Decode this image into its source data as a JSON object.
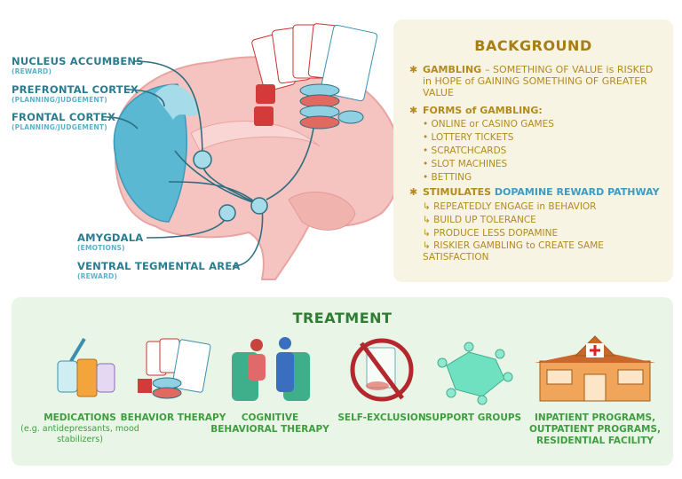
{
  "brain_labels": [
    {
      "name": "NUCLEUS ACCUMBENS",
      "role": "(REWARD)"
    },
    {
      "name": "PREFRONTAL CORTEX",
      "role": "(PLANNING/JUDGEMENT)"
    },
    {
      "name": "FRONTAL CORTEX",
      "role": "(PLANNING/JUDGEMENT)"
    },
    {
      "name": "AMYGDALA",
      "role": "(EMOTIONS)"
    },
    {
      "name": "VENTRAL TEGMENTAL AREA",
      "role": "(REWARD)"
    }
  ],
  "background": {
    "title": "BACKGROUND",
    "def_term": "GAMBLING",
    "def_text": "– SOMETHING OF VALUE is RISKED in HOPE of GAINING SOMETHING OF GREATER VALUE",
    "forms_title": "FORMS of GAMBLING:",
    "forms": [
      "ONLINE or CASINO GAMES",
      "LOTTERY TICKETS",
      "SCRATCHCARDS",
      "SLOT MACHINES",
      "BETTING"
    ],
    "stim_prefix": "STIMULATES",
    "stim_highlight": "DOPAMINE REWARD PATHWAY",
    "effects": [
      "REPEATEDLY ENGAGE in BEHAVIOR",
      "BUILD UP TOLERANCE",
      "PRODUCE LESS DOPAMINE",
      "RISKIER GAMBLING to CREATE SAME SATISFACTION"
    ]
  },
  "treatment": {
    "title": "TREATMENT",
    "items": [
      {
        "label": "MEDICATIONS",
        "detail": "(e.g. antidepressants, mood stabilizers)",
        "icon": "medication-bottles-icon"
      },
      {
        "label": "BEHAVIOR THERAPY",
        "detail": "",
        "icon": "cards-and-chips-icon"
      },
      {
        "label": "COGNITIVE BEHAVIORAL THERAPY",
        "detail": "",
        "icon": "therapy-session-icon"
      },
      {
        "label": "SELF-EXCLUSION",
        "detail": "",
        "icon": "no-gambling-icon"
      },
      {
        "label": "SUPPORT GROUPS",
        "detail": "",
        "icon": "support-group-icon"
      },
      {
        "label": "INPATIENT PROGRAMS, OUTPATIENT PROGRAMS, RESIDENTIAL FACILITY",
        "detail": "",
        "icon": "hospital-icon"
      }
    ]
  },
  "colors": {
    "label": "#2b7c8f",
    "background_text": "#b38a1d",
    "dopamine": "#3a9cc4",
    "treatment": "#3f9d3f"
  }
}
